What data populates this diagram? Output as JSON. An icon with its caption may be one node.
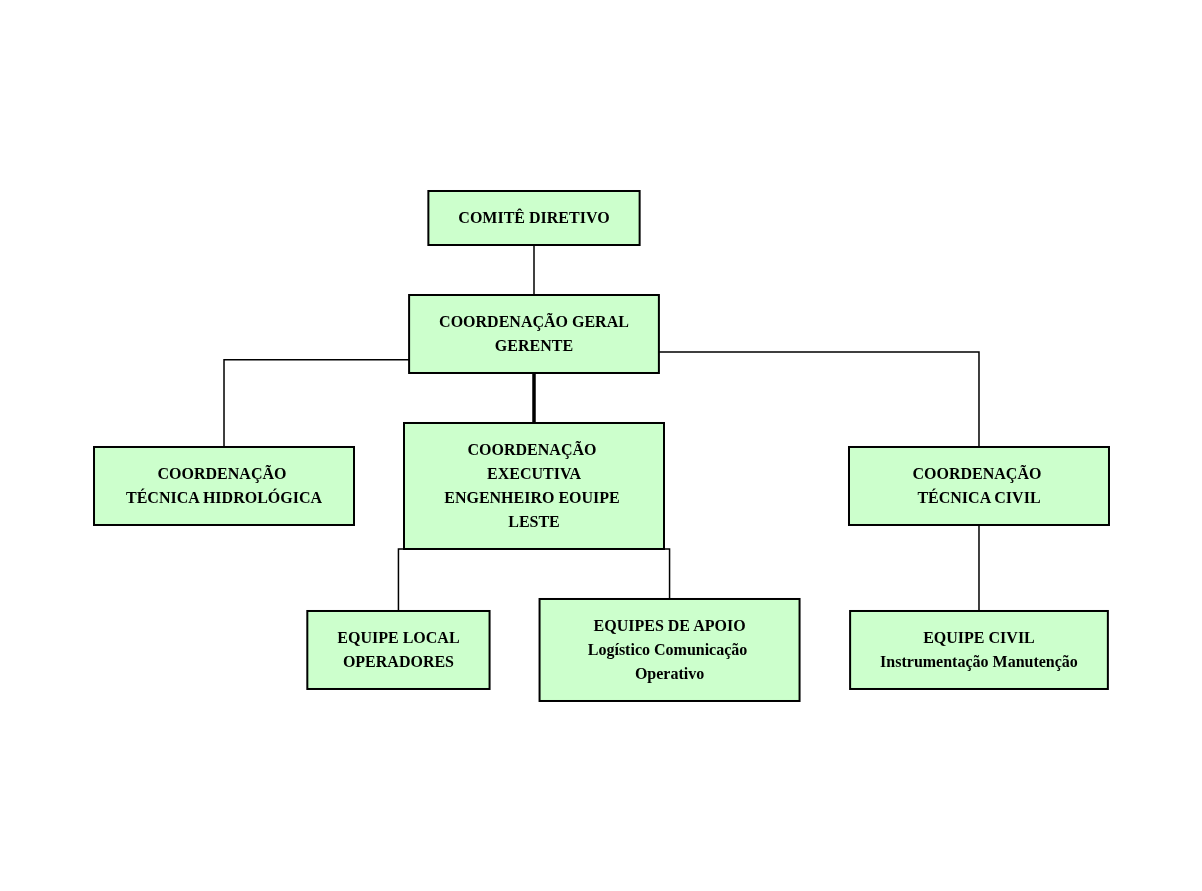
{
  "diagram": {
    "nodes": [
      {
        "text": [
          "COMITÊ DIRETIVO"
        ]
      },
      {
        "text": [
          "COORDENAÇÃO GERAL",
          "GERENTE"
        ]
      },
      {
        "text": [
          "COORDENAÇÃO TÉCNICA HIDROLÓGICA"
        ]
      },
      {
        "text": [
          "COORDENAÇÃO EXECUTIVA",
          "ENGENHEIRO EOUIPE LESTE"
        ]
      },
      {
        "text": [
          "COORDENAÇÃO TÉCNICA CIVIL"
        ]
      },
      {
        "text": [
          "EQUIPE CIVIL",
          "Instrumentação Manutenção"
        ]
      },
      {
        "text": [
          "EQUIPE LOCAL",
          "OPERADORES"
        ]
      },
      {
        "text": [
          "EQUIPES DE APOIO",
          "Logístico Comunicação Operativo"
        ]
      }
    ],
    "edges": [
      {
        "from": 0,
        "to": 1,
        "arrow": "none"
      },
      {
        "from": 1,
        "to": 2,
        "arrow": "none"
      },
      {
        "from": 1,
        "to": 3,
        "arrow": "none",
        "style": "thick"
      },
      {
        "from": 1,
        "to": 4,
        "arrow": "none"
      },
      {
        "from": 4,
        "to": 5,
        "arrow": "none"
      },
      {
        "from": 3,
        "to": 6,
        "arrow": "none"
      },
      {
        "from": 3,
        "to": 7,
        "arrow": "none"
      }
    ]
  }
}
